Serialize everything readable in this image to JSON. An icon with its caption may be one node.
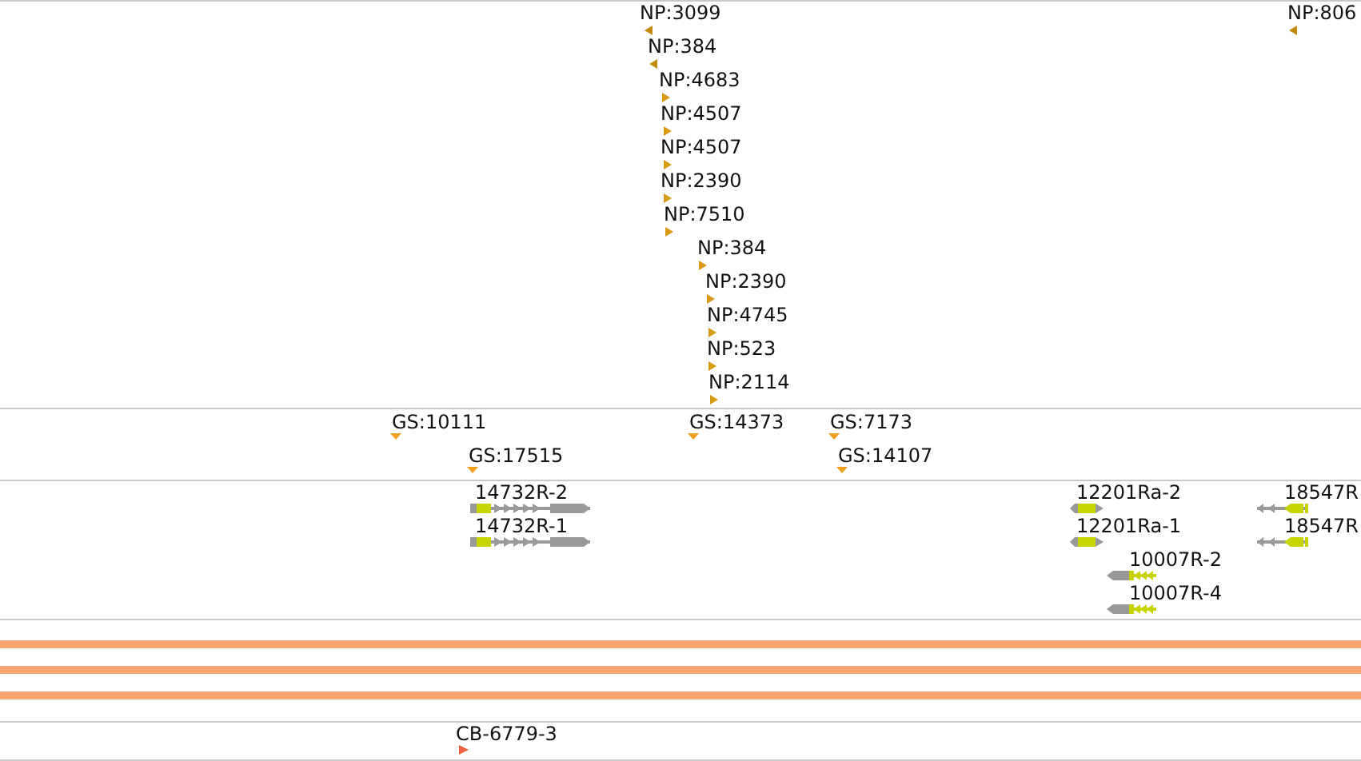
{
  "diagram": {
    "labels": [
      "NP:3099",
      "NP:806",
      "NP:384",
      "NP:4683",
      "NP:4507",
      "NP:4507",
      "NP:2390",
      "NP:7510",
      "NP:384",
      "NP:2390",
      "NP:4745",
      "NP:523",
      "NP:2114",
      "GS:10111",
      "GS:14373",
      "GS:7173",
      "GS:17515",
      "GS:14107",
      "14732R-2",
      "12201Ra-2",
      "18547R",
      "14732R-1",
      "12201Ra-1",
      "18547R",
      "10007R-2",
      "10007R-4",
      "CB-6779-3"
    ]
  }
}
